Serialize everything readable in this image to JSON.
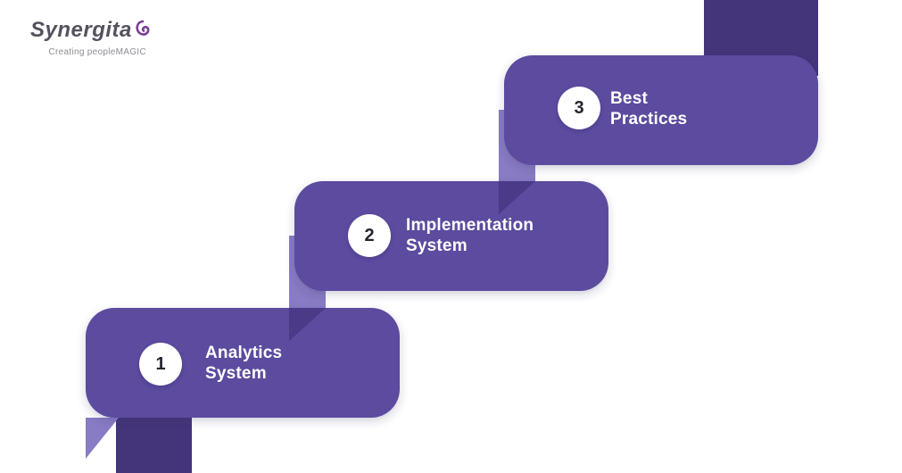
{
  "logo": {
    "name": "Synergita",
    "tagline": "Creating peopleMAGIC"
  },
  "steps": [
    {
      "number": "1",
      "label_lines": [
        "Analytics",
        "System"
      ]
    },
    {
      "number": "2",
      "label_lines": [
        "Implementation",
        "System"
      ]
    },
    {
      "number": "3",
      "label_lines": [
        "Best",
        "Practices"
      ]
    }
  ],
  "colors": {
    "background": "#ffffff",
    "main": "#5b4b9e",
    "dark": "#44347a",
    "fold": "#4a3a87",
    "light": "#897bc4",
    "circle_bg": "#ffffff",
    "number": "#26242e",
    "label": "#ffffff",
    "logo_text": "#55525e",
    "tagline": "#8d8d93",
    "swirl": "#7a3e98"
  }
}
